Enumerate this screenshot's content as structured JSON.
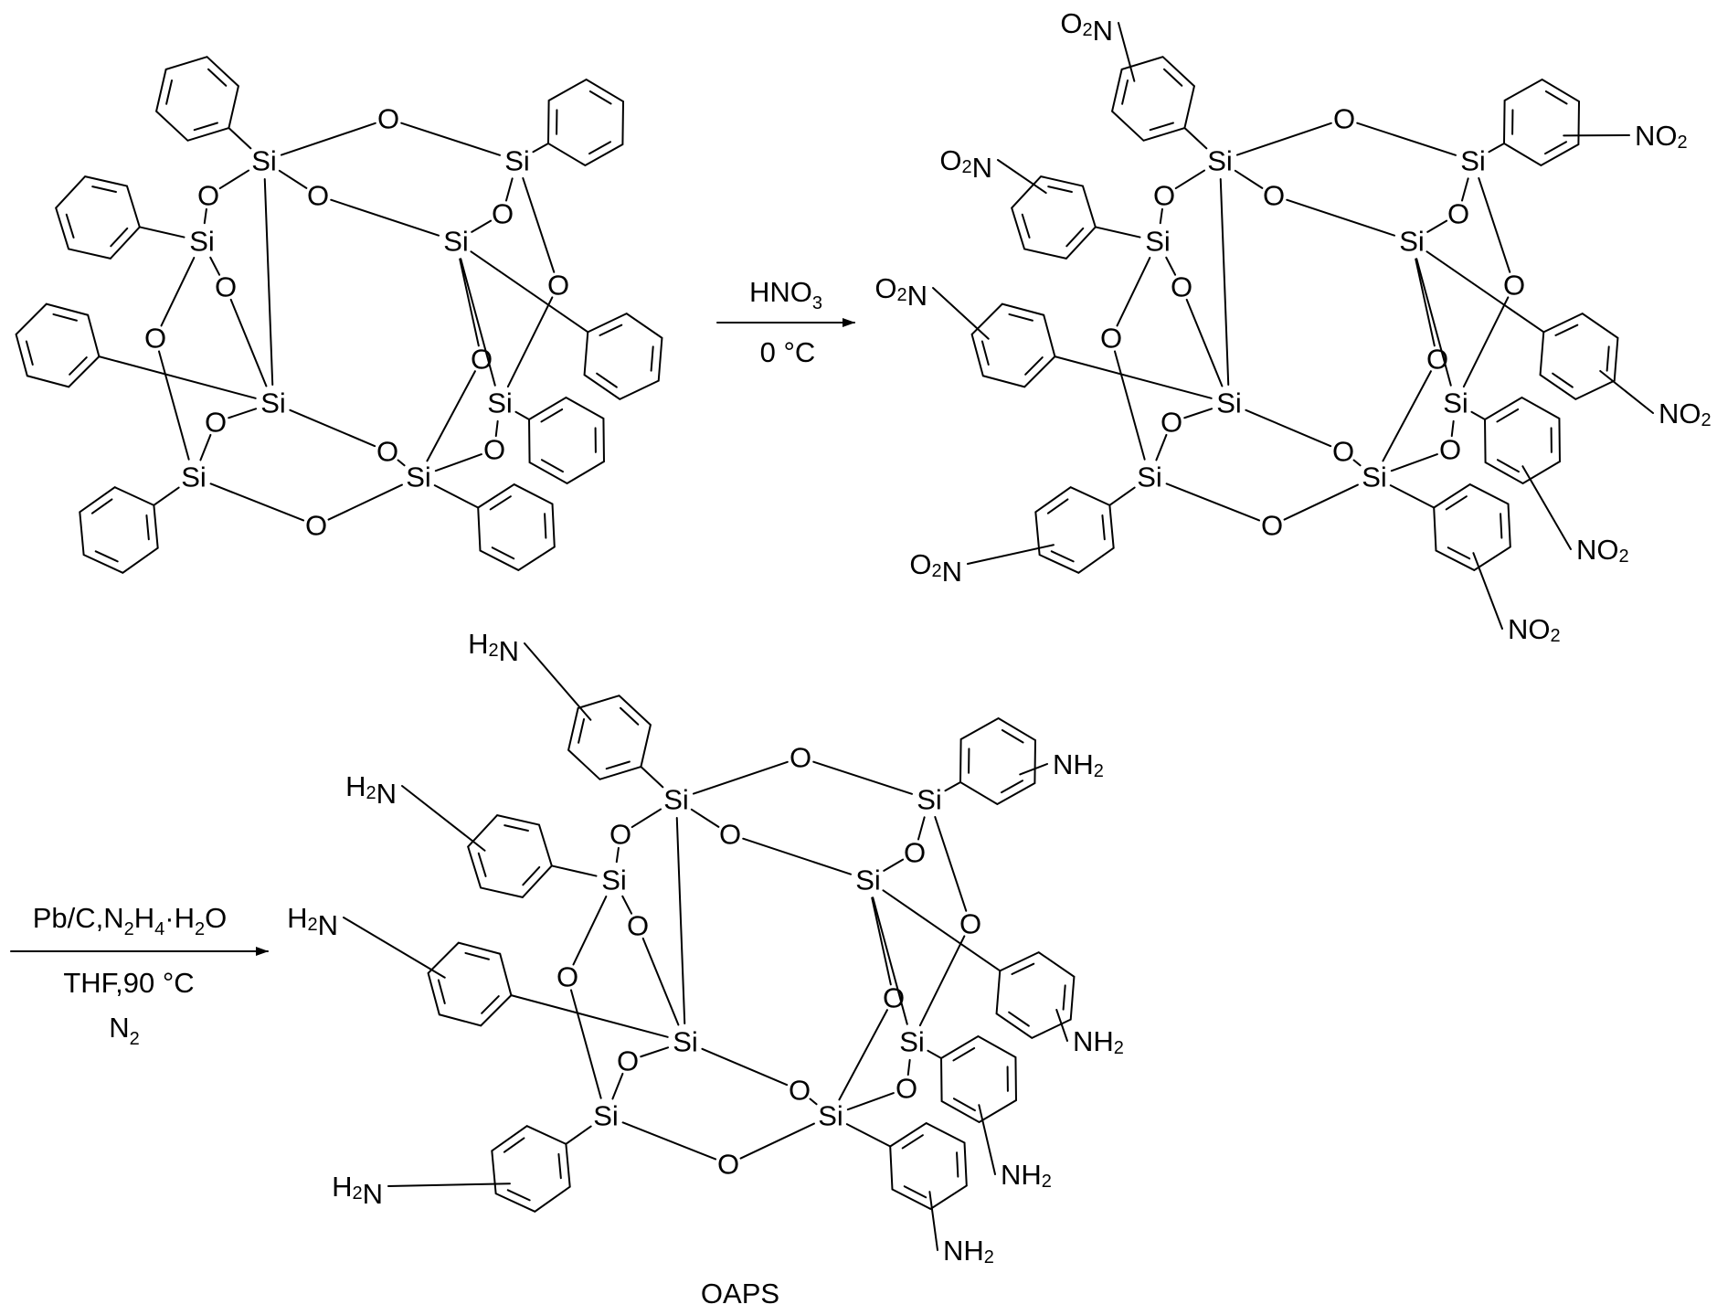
{
  "atoms": {
    "silicon": "Si",
    "oxygen": "O"
  },
  "substituents": {
    "nitro_left": "O2N",
    "nitro_right": "NO2",
    "amine_left": "H2N",
    "amine_right": "NH2"
  },
  "reaction1": {
    "reagent": "HNO3",
    "conditions": "0 °C"
  },
  "reaction2": {
    "reagent": "Pb/C,N2H4·H2O",
    "solvent_temp": "THF,90 °C",
    "atmosphere": "N2"
  },
  "product_label": "OAPS",
  "colors": {
    "ink": "#000000",
    "background": "#ffffff"
  }
}
